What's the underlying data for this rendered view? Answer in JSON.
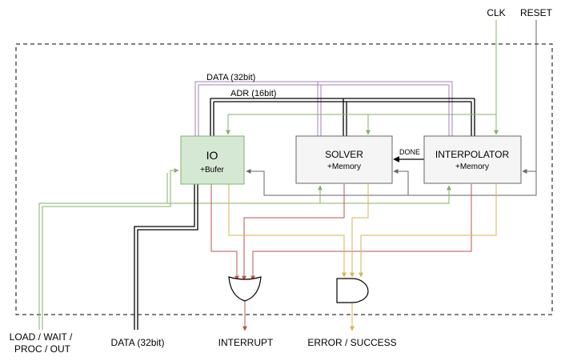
{
  "blocks": {
    "io": {
      "title": "IO",
      "subtitle": "+Bufer",
      "fill": "#d5e8d4",
      "stroke": "#82b366"
    },
    "solver": {
      "title": "SOLVER",
      "subtitle": "+Memory",
      "fill": "#f5f5f5",
      "stroke": "#666666"
    },
    "interpolator": {
      "title": "INTERPOLATOR",
      "subtitle": "+Memory",
      "fill": "#f5f5f5",
      "stroke": "#666666"
    }
  },
  "signals": {
    "clk": "CLK",
    "reset": "RESET",
    "data_bus": "DATA (32bit)",
    "adr_bus": "ADR (16bit)",
    "done": "DONE",
    "load_line1": "LOAD / WAIT /",
    "load_line2": "PROC / OUT",
    "data_out": "DATA (32bit)",
    "interrupt": "INTERRUPT",
    "error_success": "ERROR / SUCCESS"
  },
  "colors": {
    "green": "#82b366",
    "purple": "#a680b8",
    "black": "#000000",
    "gray": "#666666",
    "red": "#b85450",
    "yellow": "#d6b656"
  }
}
